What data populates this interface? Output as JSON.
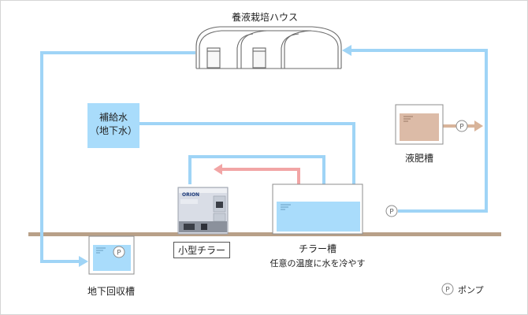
{
  "title": "養液栽培ハウス",
  "supply_water": {
    "line1": "補給水",
    "line2": "（地下水）"
  },
  "fertilizer_tank": {
    "label": "液肥槽"
  },
  "chiller": {
    "label": "小型チラー",
    "brand": "ORION"
  },
  "chiller_tank": {
    "label": "チラー槽",
    "caption": "任意の温度に水を冷やす"
  },
  "recovery_tank": {
    "label": "地下回収槽"
  },
  "legend": {
    "symbol": "P",
    "label": "ポンプ"
  },
  "pump_symbol": "P",
  "colors": {
    "water_line": "#9fd4f6",
    "water_fill": "#a9dcfb",
    "return_line": "#f2a5a5",
    "fertilizer_line": "#d8b49a",
    "fertilizer_fill": "#dcbba7",
    "ground": "#b8a088"
  }
}
